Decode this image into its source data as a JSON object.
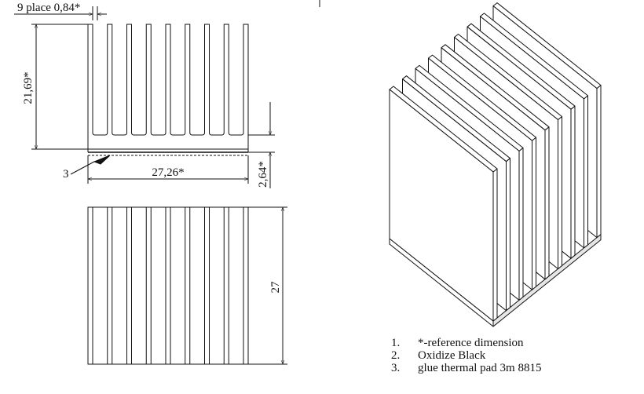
{
  "dimensions": {
    "fin_spec": "9 place 0,84*",
    "fin_height": "21,69*",
    "base_thickness": "2,64*",
    "width": "27,26*",
    "depth": "27",
    "callout": "3"
  },
  "notes": [
    {
      "num": "1.",
      "text": "*-reference dimension"
    },
    {
      "num": "2.",
      "text": "Oxidize Black"
    },
    {
      "num": "3.",
      "text": "glue thermal pad 3m 8815"
    }
  ],
  "colors": {
    "line": "#111111",
    "background": "#ffffff"
  }
}
